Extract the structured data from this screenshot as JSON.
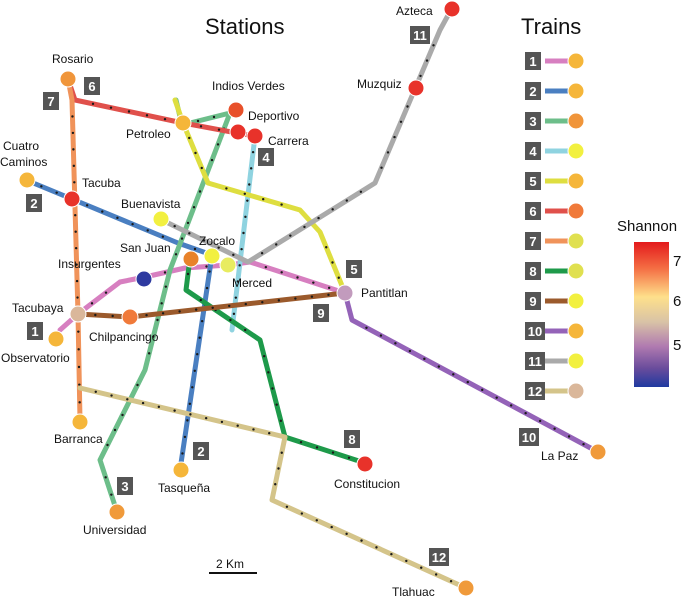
{
  "titles": {
    "stations": "Stations",
    "trains": "Trains"
  },
  "colorbar": {
    "title": "Shannon",
    "ticks": [
      "7",
      "6",
      "5"
    ]
  },
  "scale_label": "2 Km",
  "colors": {
    "line1": "#d77fc0",
    "line2": "#4a7fc1",
    "line3": "#6dbe8a",
    "line4": "#8fd3e0",
    "line5": "#dede40",
    "line6": "#e0504b",
    "line7": "#f0935a",
    "line8": "#1e9a4a",
    "line9": "#9b5a2c",
    "line10": "#9463b8",
    "line11": "#aaaaaa",
    "line12": "#d4c48a",
    "badge": "#555555"
  },
  "lines": [
    {
      "id": "1",
      "name": "1",
      "color": "line1",
      "badge": "1",
      "stations": [
        "Observatorio",
        "Tacubaya",
        "Insurgentes",
        "Merced",
        "Pantitlan"
      ]
    },
    {
      "id": "2",
      "name": "2",
      "color": "line2",
      "badge": "2",
      "stations": [
        "Cuatro Caminos",
        "Tacuba",
        "Zocalo",
        "Tasqueña"
      ]
    },
    {
      "id": "3",
      "name": "3",
      "color": "line3",
      "badge": "3",
      "stations": [
        "Indios Verdes",
        "Universidad"
      ]
    },
    {
      "id": "4",
      "name": "4",
      "color": "line4",
      "badge": "4",
      "stations": [
        "Carrera"
      ]
    },
    {
      "id": "5",
      "name": "5",
      "color": "line5",
      "badge": "5",
      "stations": [
        "Petroleo",
        "Pantitlan"
      ]
    },
    {
      "id": "6",
      "name": "6",
      "color": "line6",
      "badge": "6",
      "stations": [
        "Rosario",
        "Petroleo",
        "Deportivo",
        "Carrera"
      ]
    },
    {
      "id": "7",
      "name": "7",
      "color": "line7",
      "badge": "7",
      "stations": [
        "Rosario",
        "Tacubaya",
        "Barranca"
      ]
    },
    {
      "id": "8",
      "name": "8",
      "color": "line8",
      "badge": "8",
      "stations": [
        "Zocalo",
        "Constitucion"
      ]
    },
    {
      "id": "9",
      "name": "9",
      "color": "line9",
      "badge": "9",
      "stations": [
        "Tacubaya",
        "Chilpancingo",
        "Pantitlan"
      ]
    },
    {
      "id": "10",
      "name": "10",
      "color": "line10",
      "badge": "10",
      "stations": [
        "Pantitlan",
        "La Paz"
      ]
    },
    {
      "id": "11",
      "name": "11",
      "color": "line11",
      "badge": "11",
      "stations": [
        "Buenavista",
        "Muzquiz",
        "Azteca"
      ]
    },
    {
      "id": "12",
      "name": "12",
      "color": "line12",
      "badge": "12",
      "stations": [
        "Tlahuac"
      ]
    }
  ],
  "stations": [
    {
      "name": "Azteca",
      "color": "#e8322a"
    },
    {
      "name": "Muzquiz",
      "color": "#e8322a"
    },
    {
      "name": "Rosario",
      "color": "#f0953a"
    },
    {
      "name": "Indios Verdes",
      "color": "#e8502a"
    },
    {
      "name": "Deportivo",
      "color": "#e8322a"
    },
    {
      "name": "Petroleo",
      "color": "#f5b63a"
    },
    {
      "name": "Carrera",
      "color": "#e8322a"
    },
    {
      "name": "Cuatro Caminos",
      "color": "#f5b63a"
    },
    {
      "name": "Caminos",
      "color": ""
    },
    {
      "name": "Tacuba",
      "color": "#e8322a"
    },
    {
      "name": "Buenavista",
      "color": "#f2f040"
    },
    {
      "name": "San Juan",
      "color": "#e8822a"
    },
    {
      "name": "Zocalo",
      "color": "#f2f040"
    },
    {
      "name": "Insurgentes",
      "color": "#2e3aa0"
    },
    {
      "name": "Merced",
      "color": "#e8ec60"
    },
    {
      "name": "Pantitlan",
      "color": "#c29bbd"
    },
    {
      "name": "Tacubaya",
      "color": "#dab79a"
    },
    {
      "name": "Chilpancingo",
      "color": "#f07a3a"
    },
    {
      "name": "Observatorio",
      "color": "#f5b63a"
    },
    {
      "name": "Barranca",
      "color": "#f5b63a"
    },
    {
      "name": "Tasqueña",
      "color": "#f5b63a"
    },
    {
      "name": "Constitucion",
      "color": "#e8322a"
    },
    {
      "name": "La Paz",
      "color": "#f09a3a"
    },
    {
      "name": "Universidad",
      "color": "#f09a3a"
    },
    {
      "name": "Tlahuac",
      "color": "#f09a3a"
    }
  ],
  "legend": [
    {
      "badge": "1",
      "line_color": "line1",
      "dot_color": "#f5b63a"
    },
    {
      "badge": "2",
      "line_color": "line2",
      "dot_color": "#f5b63a"
    },
    {
      "badge": "3",
      "line_color": "line3",
      "dot_color": "#f0953a"
    },
    {
      "badge": "4",
      "line_color": "line4",
      "dot_color": "#f2f040"
    },
    {
      "badge": "5",
      "line_color": "line5",
      "dot_color": "#f5b63a"
    },
    {
      "badge": "6",
      "line_color": "line6",
      "dot_color": "#f07a3a"
    },
    {
      "badge": "7",
      "line_color": "line7",
      "dot_color": "#e0e050"
    },
    {
      "badge": "8",
      "line_color": "line8",
      "dot_color": "#e0e050"
    },
    {
      "badge": "9",
      "line_color": "line9",
      "dot_color": "#f2f040"
    },
    {
      "badge": "10",
      "line_color": "line10",
      "dot_color": "#f5b63a"
    },
    {
      "badge": "11",
      "line_color": "line11",
      "dot_color": "#f2f040"
    },
    {
      "badge": "12",
      "line_color": "line12",
      "dot_color": "#dab79a"
    }
  ]
}
